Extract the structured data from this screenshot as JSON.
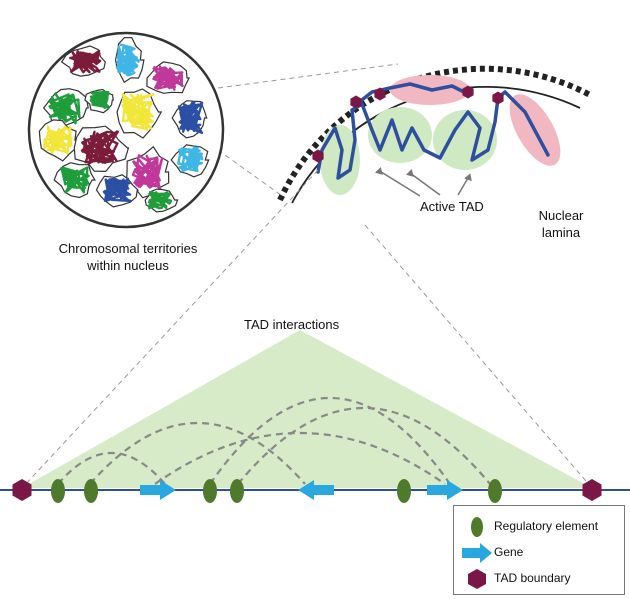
{
  "labels": {
    "territories_line1": "Chromosomal territories",
    "territories_line2": "within nucleus",
    "active_tad": "Active TAD",
    "lamina_line1": "Nuclear",
    "lamina_line2": "lamina",
    "tad_interactions": "TAD interactions"
  },
  "legend": {
    "regulatory": "Regulatory element",
    "gene": "Gene",
    "boundary": "TAD boundary"
  },
  "colors": {
    "chromatin": "#2e4fa0",
    "active_tad_fill": "#cfe9c2",
    "lamina_domain_fill": "#f2b8c2",
    "regulatory": "#4f7a2c",
    "gene": "#29a7df",
    "boundary": "#7a1746",
    "interaction_triangle": "#d7ebc8",
    "arc": "#888888"
  },
  "territory_colors": [
    "#1f9d3a",
    "#7b1d3a",
    "#3fb6e6",
    "#c0399a",
    "#f2e63a",
    "#2c4fa6"
  ]
}
